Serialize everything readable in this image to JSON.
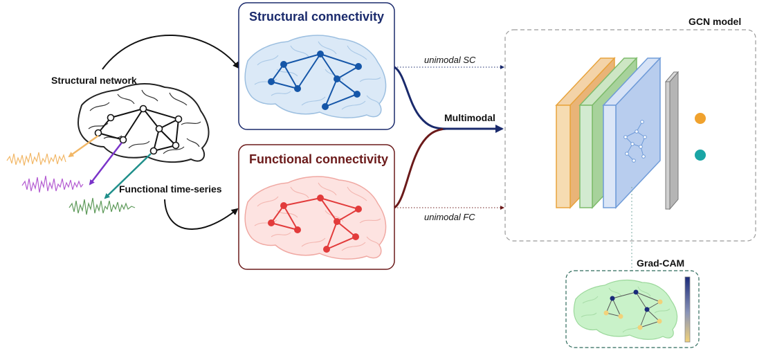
{
  "labels": {
    "structural_network": "Structural network",
    "functional_time_series": "Functional time-series",
    "sc_title": "Structural connectivity",
    "fc_title": "Functional connectivity",
    "unimodal_sc": "unimodal SC",
    "unimodal_fc": "unimodal FC",
    "multimodal": "Multimodal",
    "gcn_model": "GCN model",
    "grad_cam": "Grad-CAM"
  },
  "colors": {
    "sc_accent": "#1a2a6c",
    "fc_accent": "#6b1a1a",
    "sc_brain_fill": "#dbe9f7",
    "sc_network": "#1556a8",
    "fc_brain_fill": "#fde3e1",
    "fc_network": "#e23b3b",
    "layer_orange": "#e8a33c",
    "layer_green": "#7dbb6b",
    "layer_blue": "#6f9bd8",
    "layer_gray": "#9a9a9a",
    "output_orange": "#f0a22e",
    "output_teal": "#1aa5a5",
    "gradcam_brain": "#c9f2c9",
    "signal_orange": "#f2b766",
    "signal_purple": "#b35ad1",
    "signal_green": "#5e9a5a"
  }
}
